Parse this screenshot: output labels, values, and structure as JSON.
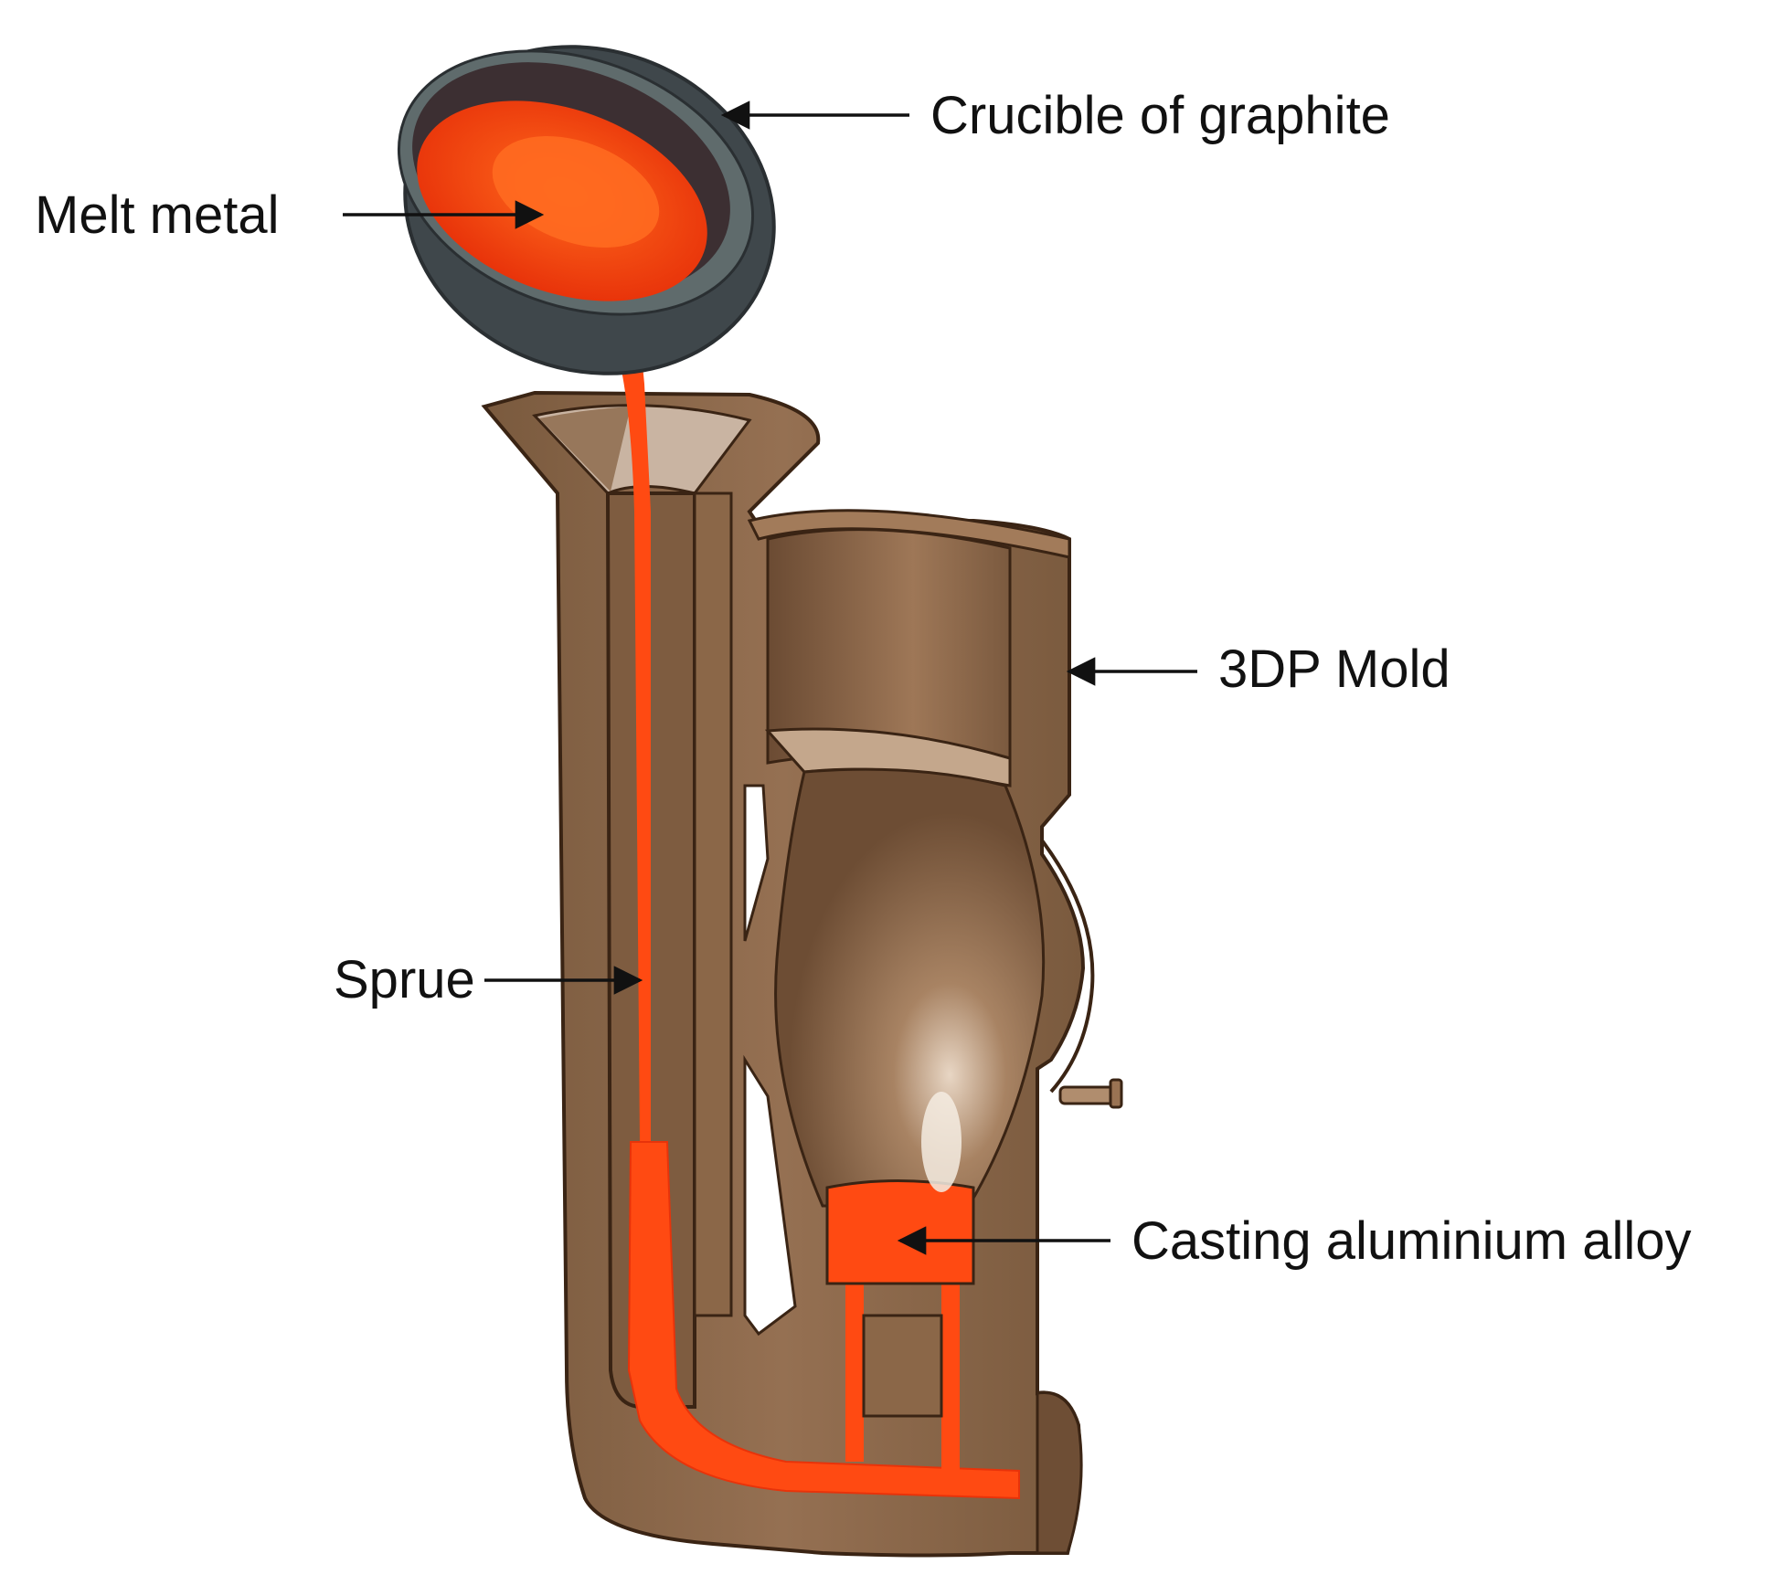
{
  "labels": {
    "crucible": "Crucible of graphite",
    "melt_metal": "Melt metal",
    "mold": "3DP Mold",
    "sprue": "Sprue",
    "casting": "Casting aluminium alloy"
  },
  "colors": {
    "mold_brown": "#8b6748",
    "mold_dark": "#6e4e35",
    "cavity": "#9a7353",
    "outline": "#3a2414",
    "molten": "#ff4a12",
    "molten_dark": "#e8330a",
    "crucible_rim": "#5f6b6c",
    "crucible_body": "#3f474b",
    "crucible_inner": "#3c2f32"
  }
}
